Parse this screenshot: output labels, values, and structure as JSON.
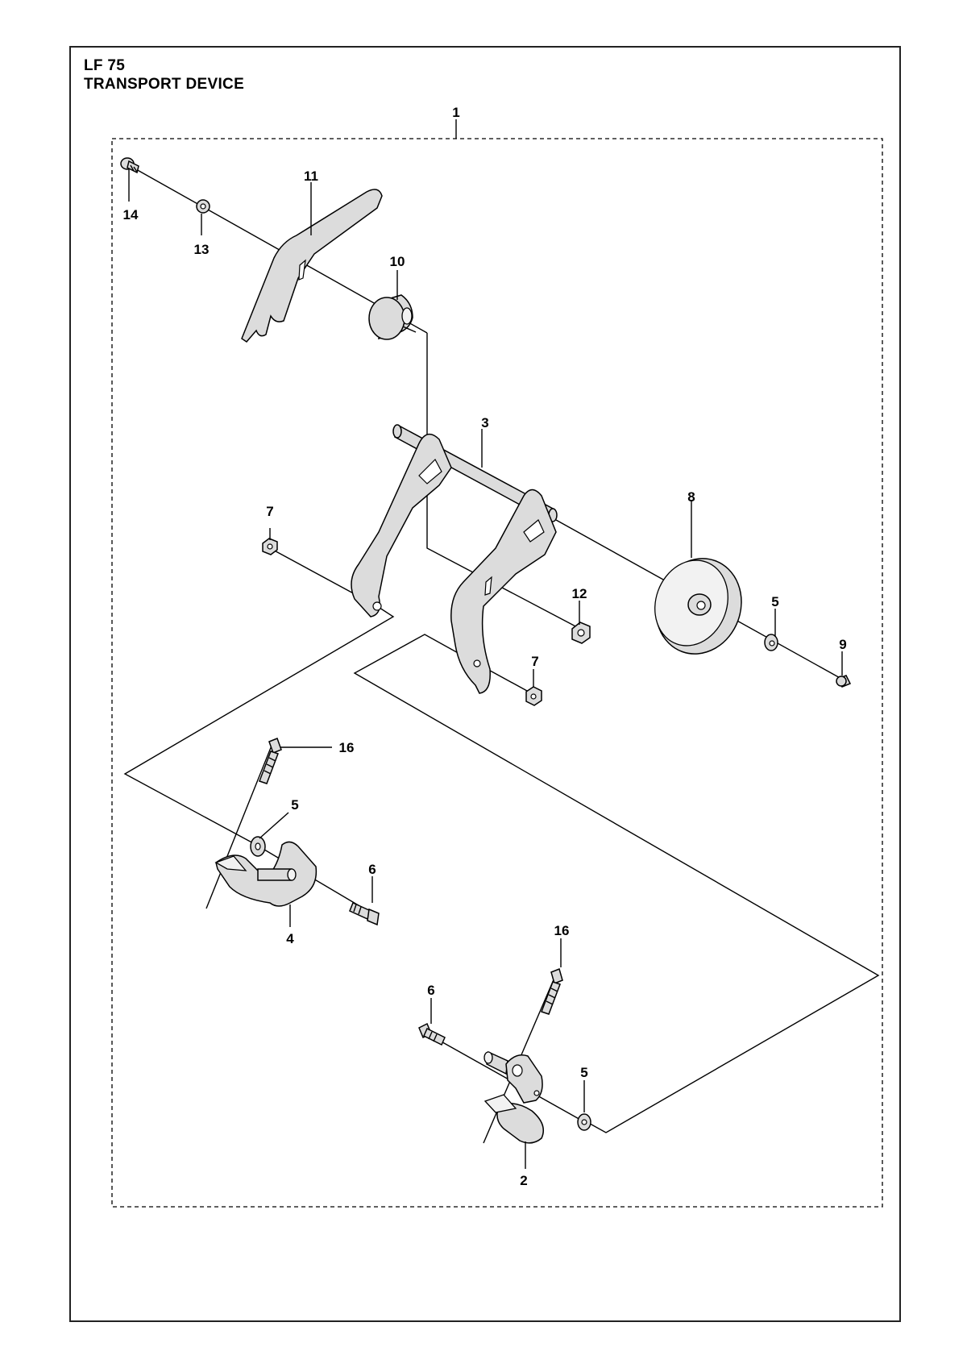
{
  "title": {
    "model": "LF 75",
    "section": "TRANSPORT DEVICE"
  },
  "callouts": {
    "c1": "1",
    "c2": "2",
    "c3": "3",
    "c4": "4",
    "c5a": "5",
    "c5b": "5",
    "c5c": "5",
    "c6a": "6",
    "c6b": "6",
    "c7a": "7",
    "c7b": "7",
    "c8": "8",
    "c9": "9",
    "c10": "10",
    "c11": "11",
    "c12": "12",
    "c13": "13",
    "c14": "14",
    "c16a": "16",
    "c16b": "16"
  }
}
